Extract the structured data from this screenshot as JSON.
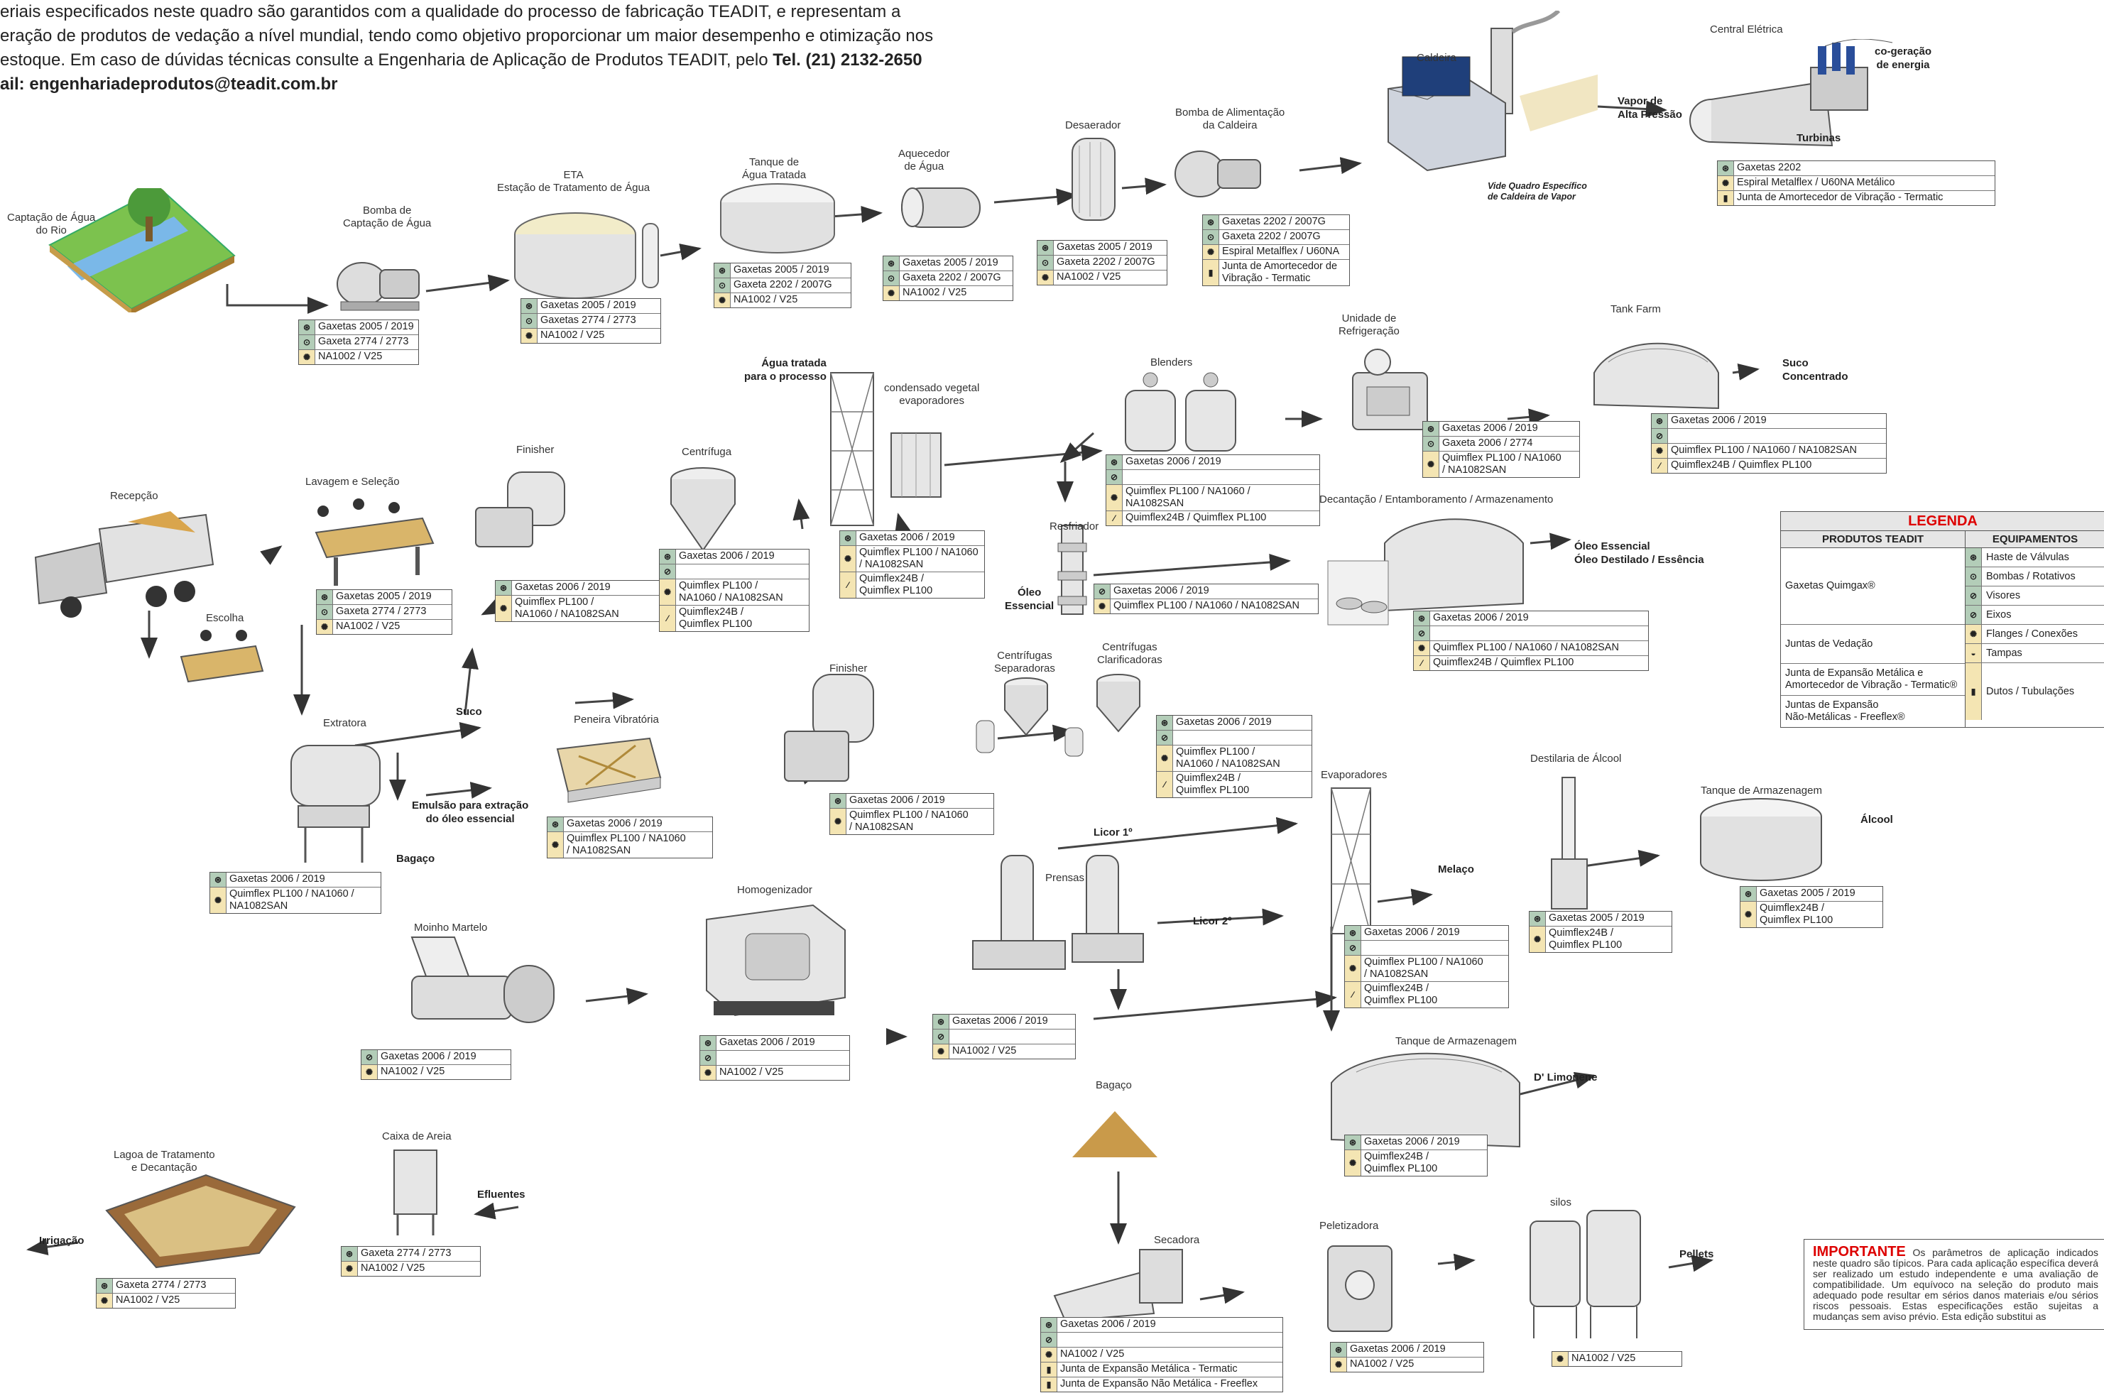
{
  "intro": {
    "line1": "eriais especificados neste quadro são garantidos com a qualidade do processo de fabricação TEADIT, e representam a",
    "line2": "eração de produtos de vedação a nível mundial, tendo como objetivo proporcionar um maior desempenho e otimização nos",
    "line3": "estoque. Em caso de dúvidas técnicas consulte a Engenharia de Aplicação de Produtos TEADIT, pelo ",
    "phone": "Tel. (21) 2132-2650",
    "email": "ail: engenhariadeprodutos@teadit.com.br"
  },
  "stations": {
    "captacao": "Captação de Água\ndo Rio",
    "bomba_captacao": "Bomba de\nCaptação de Água",
    "eta": "ETA\nEstação de Tratamento de Água",
    "tanque_agua": "Tanque de\nÁgua Tratada",
    "aquecedor": "Aquecedor\nde Água",
    "desaerador": "Desaerador",
    "bomba_alimentacao": "Bomba de Alimentação\nda Caldeira",
    "caldeira": "Caldeira",
    "vide_quadro": "Vide Quadro Específico\nde Caldeira de Vapor",
    "central_eletrica": "Central Elétrica",
    "cogeracao": "co-geração\nde energia",
    "turbinas": "Turbinas",
    "vapor": "Vapor de\nAlta Pressão",
    "unidade_refrig": "Unidade de\nRefrigeração",
    "tank_farm": "Tank Farm",
    "suco_concentrado": "Suco\nConcentrado",
    "blenders": "Blenders",
    "agua_tratada": "Água tratada\npara o processo",
    "condensado": "condensado vegetal\nevaporadores",
    "recepcao": "Recepção",
    "lavagem": "Lavagem e Seleção",
    "escolha": "Escolha",
    "finisher1": "Finisher",
    "centrifuga": "Centrífuga",
    "resfriador": "Resfriador",
    "oleo_essencial": "Óleo\nEssencial",
    "decantacao": "Decantação / Entamboramento / Armazenamento",
    "oleo_out": "Óleo Essencial\nÓleo Destilado / Essência",
    "extratora": "Extratora",
    "suco": "Suco",
    "emulsao": "Emulsão para extração\ndo óleo essencial",
    "bagaco_label": "Bagaço",
    "peneira": "Peneira Vibratória",
    "finisher2": "Finisher",
    "centrifugas_sep": "Centrífugas\nSeparadoras",
    "centrifugas_clar": "Centrífugas\nClarificadoras",
    "evaporadores": "Evaporadores",
    "destilaria": "Destilaria de Álcool",
    "tanque_arm1": "Tanque de Armazenagem",
    "alcool": "Álcool",
    "melaco": "Melaço",
    "licor1": "Licor 1º",
    "licor2": "Licor 2º",
    "prensas": "Prensas",
    "moinho": "Moinho Martelo",
    "homogenizador": "Homogenizador",
    "bagaco": "Bagaço",
    "tanque_arm2": "Tanque de Armazenagem",
    "dlimonene": "D' Limonene",
    "lagoa": "Lagoa de Tratamento\ne Decantação",
    "irrigacao": "Irrigação",
    "caixa_areia": "Caixa de Areia",
    "efluentes": "Efluentes",
    "secadora": "Secadora",
    "peletizadora": "Peletizadora",
    "silos": "silos",
    "pellets": "Pellets"
  },
  "tables": {
    "bomba_captacao": [
      "Gaxetas 2005 / 2019",
      "Gaxeta 2774 / 2773",
      "NA1002 / V25"
    ],
    "eta": [
      "Gaxetas 2005 / 2019",
      "Gaxetas 2774 / 2773",
      "NA1002 / V25"
    ],
    "tanque_agua": [
      "Gaxetas 2005 / 2019",
      "Gaxeta 2202 / 2007G",
      "NA1002 / V25"
    ],
    "aquecedor": [
      "Gaxetas 2005 / 2019",
      "Gaxeta 2202 / 2007G",
      "NA1002 / V25"
    ],
    "desaerador": [
      "Gaxetas 2005 / 2019",
      "Gaxeta 2202 / 2007G",
      "NA1002 / V25"
    ],
    "bomba_alimentacao": [
      "Gaxetas 2202 / 2007G",
      "Gaxeta 2202 / 2007G",
      "Espiral Metalflex / U60NA",
      "Junta de Amortecedor de\nVibração - Termatic"
    ],
    "central": [
      "Gaxetas 2202",
      "Espiral Metalflex / U60NA Metálico",
      "Junta de Amortecedor de Vibração - Termatic"
    ],
    "unidade_refrig": [
      "Gaxetas 2006 / 2019",
      "Gaxeta 2006 / 2774",
      "Quimflex PL100 / NA1060\n/ NA1082SAN"
    ],
    "tank_farm": [
      "Gaxetas 2006 / 2019",
      "Quimflex PL100 / NA1060 / NA1082SAN",
      "Quimflex24B / Quimflex PL100"
    ],
    "blenders": [
      "Gaxetas 2006 / 2019",
      "Quimflex PL100 / NA1060 /\nNA1082SAN",
      "Quimflex24B / Quimflex PL100"
    ],
    "resfriador": [
      "Gaxetas 2006 / 2019",
      "Quimflex PL100 / NA1060 / NA1082SAN"
    ],
    "decantacao": [
      "Gaxetas 2006 / 2019",
      "Quimflex PL100 / NA1060 / NA1082SAN",
      "Quimflex24B / Quimflex PL100"
    ],
    "lavagem": [
      "Gaxetas 2005 / 2019",
      "Gaxeta 2774 / 2773",
      "NA1002 / V25"
    ],
    "finisher1": [
      "Gaxetas 2006 / 2019",
      "Quimflex PL100 /\nNA1060 / NA1082SAN"
    ],
    "centrifuga": [
      "Gaxetas 2006 / 2019",
      "Quimflex PL100 /\nNA1060 / NA1082SAN",
      "Quimflex24B /\nQuimflex PL100"
    ],
    "evap_top": [
      "Gaxetas 2006 / 2019",
      "Quimflex PL100 / NA1060\n/ NA1082SAN",
      "Quimflex24B /\nQuimflex PL100"
    ],
    "extratora": [
      "Gaxetas 2006 / 2019",
      "Quimflex PL100 / NA1060 /\nNA1082SAN"
    ],
    "peneira": [
      "Gaxetas 2006 / 2019",
      "Quimflex PL100 / NA1060\n/ NA1082SAN"
    ],
    "finisher2": [
      "Gaxetas 2006 / 2019",
      "Quimflex PL100 / NA1060\n/ NA1082SAN"
    ],
    "centrifugas": [
      "Gaxetas 2006 / 2019",
      "Quimflex PL100 /\nNA1060 / NA1082SAN",
      "Quimflex24B /\nQuimflex PL100"
    ],
    "moinho": [
      "Gaxetas 2006 / 2019",
      "NA1002 / V25"
    ],
    "homogenizador": [
      "Gaxetas 2006 / 2019",
      "NA1002 / V25"
    ],
    "prensas": [
      "Gaxetas 2006 / 2019",
      "NA1002 / V25"
    ],
    "evaporadores": [
      "Gaxetas 2006 / 2019",
      "Quimflex PL100 / NA1060\n/ NA1082SAN",
      "Quimflex24B /\nQuimflex PL100"
    ],
    "destilaria": [
      "Gaxetas 2005 / 2019",
      "Quimflex24B /\nQuimflex PL100"
    ],
    "tanque_arm1": [
      "Gaxetas 2005 / 2019",
      "Quimflex24B /\nQuimflex PL100"
    ],
    "tanque_arm2": [
      "Gaxetas 2006 / 2019",
      "Quimflex24B /\nQuimflex PL100"
    ],
    "lagoa": [
      "Gaxeta 2774 / 2773",
      "NA1002 / V25"
    ],
    "caixa_areia": [
      "Gaxeta 2774 / 2773",
      "NA1002 / V25"
    ],
    "secadora": [
      "Gaxetas 2006 / 2019",
      "NA1002 / V25",
      "Junta de Expansão Metálica - Termatic",
      "Junta de Expansão Não Metálica - Freeflex"
    ],
    "peletizadora": [
      "Gaxetas 2006 / 2019",
      "NA1002 / V25"
    ],
    "silos": [
      "NA1002 / V25"
    ]
  },
  "legend": {
    "title": "LEGENDA",
    "col_left": "PRODUTOS TEADIT",
    "col_right": "EQUIPAMENTOS",
    "products": [
      "Gaxetas Quimgax®",
      "Juntas de Vedação",
      "Junta de Expansão Metálica e\nAmortecedor de Vibração - Termatic®",
      "Juntas de Expansão\nNão-Metálicas - Freeflex®"
    ],
    "equipment": [
      "Haste de Válvulas",
      "Bombas / Rotativos",
      "Visores",
      "Eixos",
      "Flanges / Conexões",
      "Tampas",
      "Dutos / Tubulações"
    ]
  },
  "important": {
    "title": "IMPORTANTE",
    "text": " Os parâmetros de aplicação indicados neste quadro são típicos. Para cada aplicação específica deverá ser realizado um estudo independente e uma avaliação de compatibilidade. Um equívoco na seleção do produto mais adequado pode resultar em sérios danos materiais e/ou sérios riscos pessoais. Estas especificações estão sujeitas a mudanças sem aviso prévio. Esta edição substitui as"
  },
  "colors": {
    "green": "#b3cdb8",
    "yellow": "#f4e5b3",
    "accent_red": "#d00000"
  }
}
